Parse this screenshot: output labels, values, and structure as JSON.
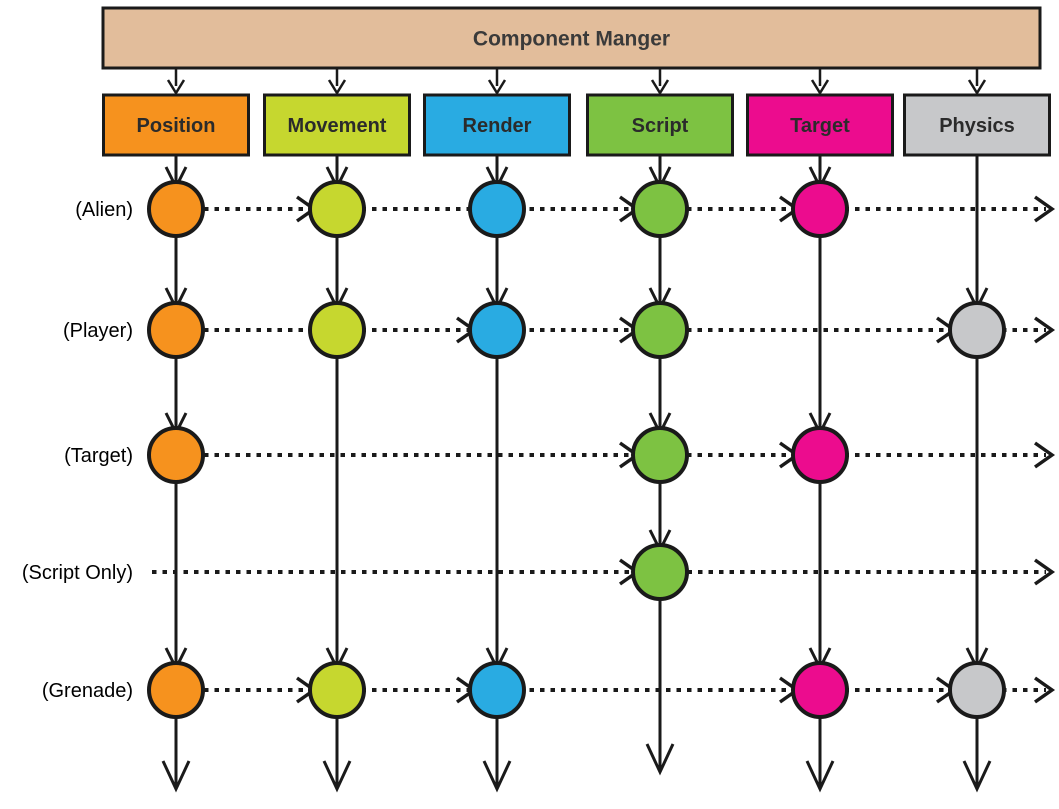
{
  "manager": {
    "label": "Component Manger",
    "fill": "#e2bd9b"
  },
  "columns": [
    {
      "id": "position",
      "label": "Position",
      "color": "#f6921e"
    },
    {
      "id": "movement",
      "label": "Movement",
      "color": "#c6d72f"
    },
    {
      "id": "render",
      "label": "Render",
      "color": "#29abe2"
    },
    {
      "id": "script",
      "label": "Script",
      "color": "#7dc242"
    },
    {
      "id": "target",
      "label": "Target",
      "color": "#ec0c8e"
    },
    {
      "id": "physics",
      "label": "Physics",
      "color": "#c7c8ca"
    }
  ],
  "rows": [
    {
      "id": "alien",
      "label": "(Alien)",
      "components": [
        "position",
        "movement",
        "render",
        "script",
        "target"
      ],
      "arrowheads_before": [
        "movement",
        "script",
        "target"
      ]
    },
    {
      "id": "player",
      "label": "(Player)",
      "components": [
        "position",
        "movement",
        "render",
        "script",
        "physics"
      ],
      "arrowheads_before": [
        "render",
        "script",
        "physics"
      ]
    },
    {
      "id": "target",
      "label": "(Target)",
      "components": [
        "position",
        "script",
        "target"
      ],
      "arrowheads_before": [
        "script",
        "target"
      ]
    },
    {
      "id": "script-only",
      "label": "(Script Only)",
      "components": [
        "script"
      ],
      "arrowheads_before": [
        "script"
      ]
    },
    {
      "id": "grenade",
      "label": "(Grenade)",
      "components": [
        "position",
        "movement",
        "render",
        "target",
        "physics"
      ],
      "arrowheads_before": [
        "movement",
        "render",
        "target",
        "physics"
      ]
    }
  ],
  "style": {
    "line_color": "#1a1a1a",
    "text_color": "#2b2b2b",
    "title_color": "#3a3a3a",
    "background": "#ffffff"
  }
}
